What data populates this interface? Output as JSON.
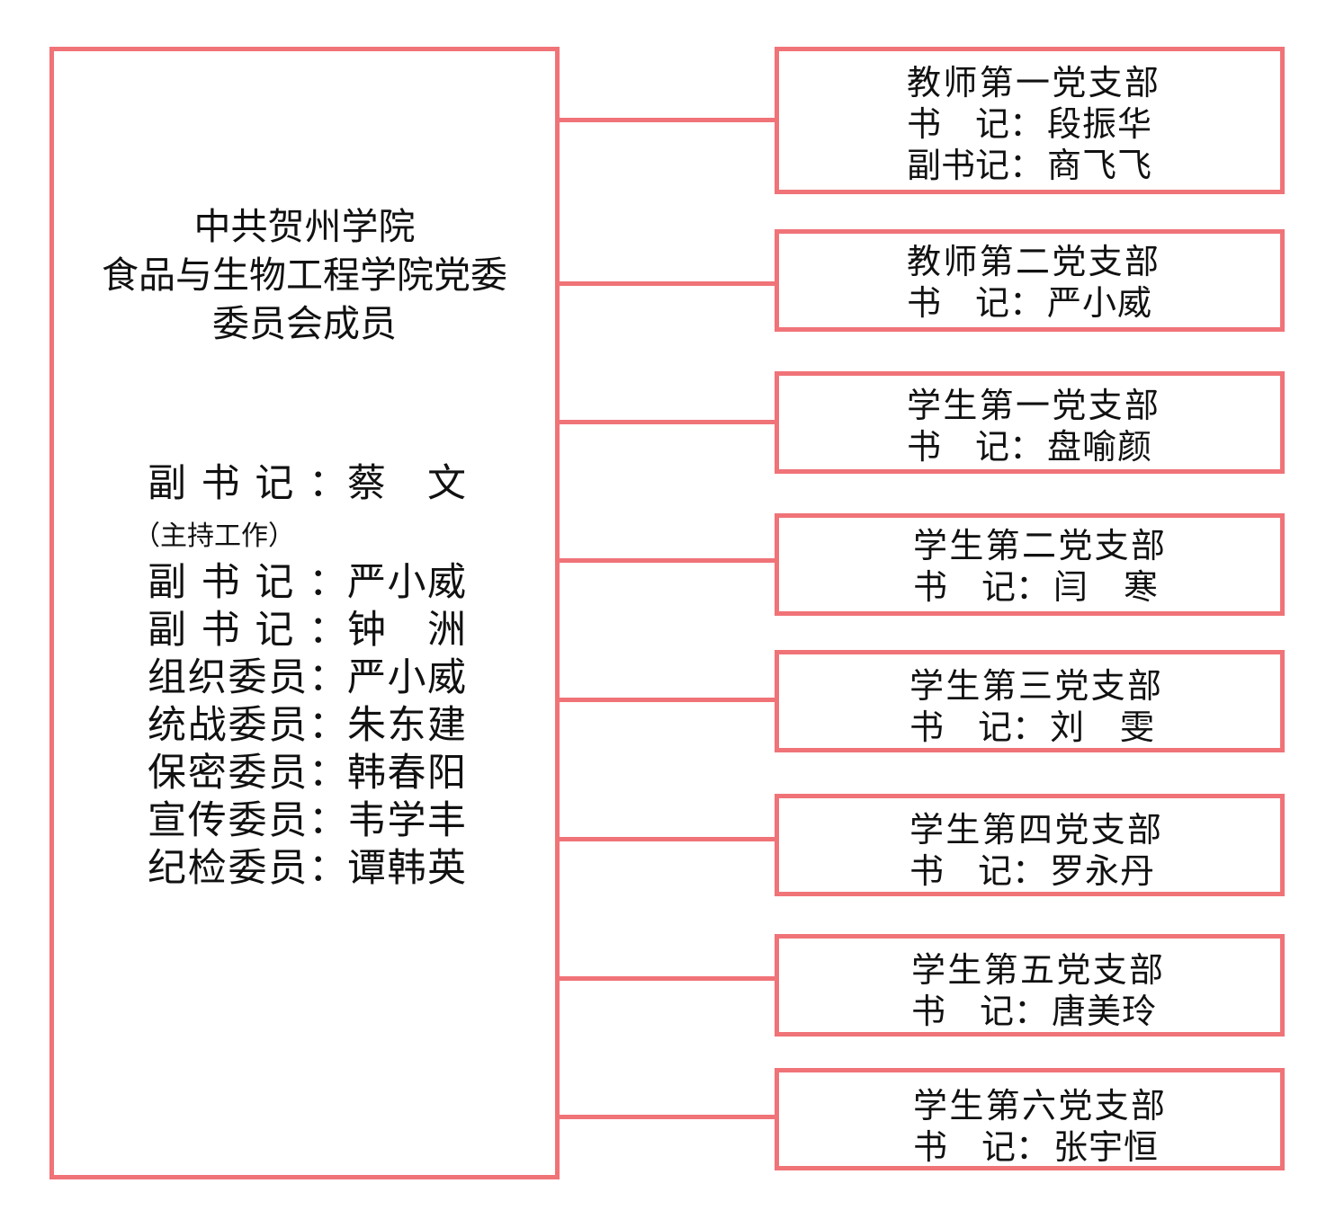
{
  "committee": {
    "title_lines": [
      "中共贺州学院",
      "食品与生物工程学院党委",
      "委员会成员"
    ],
    "members": [
      {
        "role": "副书记：",
        "name": "蔡　文"
      },
      {
        "role": "副书记：",
        "name": "严小威"
      },
      {
        "role": "副书记：",
        "name": "钟　洲"
      },
      {
        "role": "组织委员：",
        "name": "严小威"
      },
      {
        "role": "统战委员：",
        "name": "朱东建"
      },
      {
        "role": "保密委员：",
        "name": "韩春阳"
      },
      {
        "role": "宣传委员：",
        "name": "韦学丰"
      },
      {
        "role": "纪检委员：",
        "name": "谭韩英"
      }
    ],
    "note": "（主持工作）"
  },
  "branches": [
    {
      "name": "教师第一党支部",
      "lines": [
        {
          "role": "书　记：",
          "person": "段振华"
        },
        {
          "role": "副书记：",
          "person": "商飞飞"
        }
      ]
    },
    {
      "name": "教师第二党支部",
      "lines": [
        {
          "role": "书　记：",
          "person": "严小威"
        }
      ]
    },
    {
      "name": "学生第一党支部",
      "lines": [
        {
          "role": "书　记：",
          "person": "盘喻颜"
        }
      ]
    },
    {
      "name": "学生第二党支部",
      "lines": [
        {
          "role": "书　记：",
          "person": "闫　寒"
        }
      ]
    },
    {
      "name": "学生第三党支部",
      "lines": [
        {
          "role": "书　记：",
          "person": "刘　雯"
        }
      ]
    },
    {
      "name": "学生第四党支部",
      "lines": [
        {
          "role": "书　记：",
          "person": "罗永丹"
        }
      ]
    },
    {
      "name": "学生第五党支部",
      "lines": [
        {
          "role": "书　记：",
          "person": "唐美玲"
        }
      ]
    },
    {
      "name": "学生第六党支部",
      "lines": [
        {
          "role": "书　记：",
          "person": "张宇恒"
        }
      ]
    }
  ],
  "colors": {
    "border": "#f07378"
  }
}
